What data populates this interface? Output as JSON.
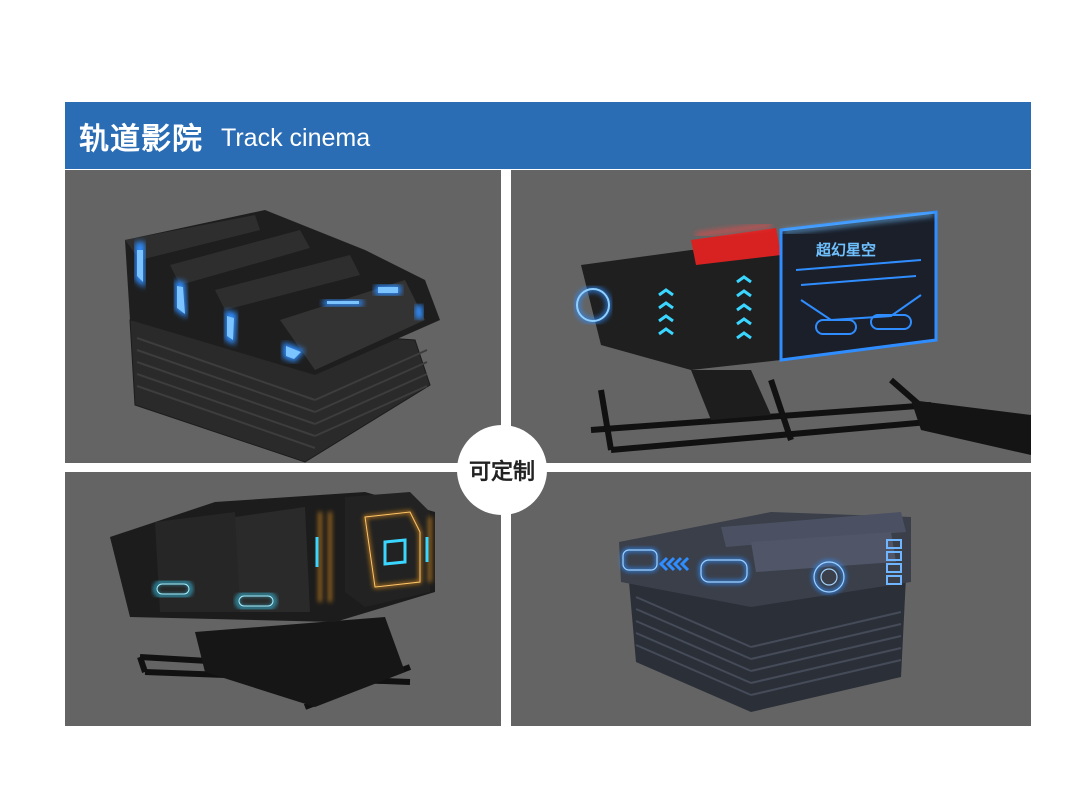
{
  "header": {
    "title_cn": "轨道影院",
    "title_en": "Track cinema"
  },
  "badge": {
    "label": "可定制"
  },
  "panels": [
    {
      "name": "seat-module-blue-lights"
    },
    {
      "name": "red-blue-seat-with-screen"
    },
    {
      "name": "orange-cyan-seat-on-rail"
    },
    {
      "name": "blue-grey-seat-with-stripes"
    }
  ],
  "screen_logo": {
    "text": "超幻星空"
  },
  "colors": {
    "header_bg": "#2b6db5",
    "panel_bg": "#646464",
    "glow_blue": "#2f8dff",
    "glow_cyan": "#3ad6ff",
    "glow_red": "#ff2a2a",
    "glow_orange": "#ffa21f"
  }
}
